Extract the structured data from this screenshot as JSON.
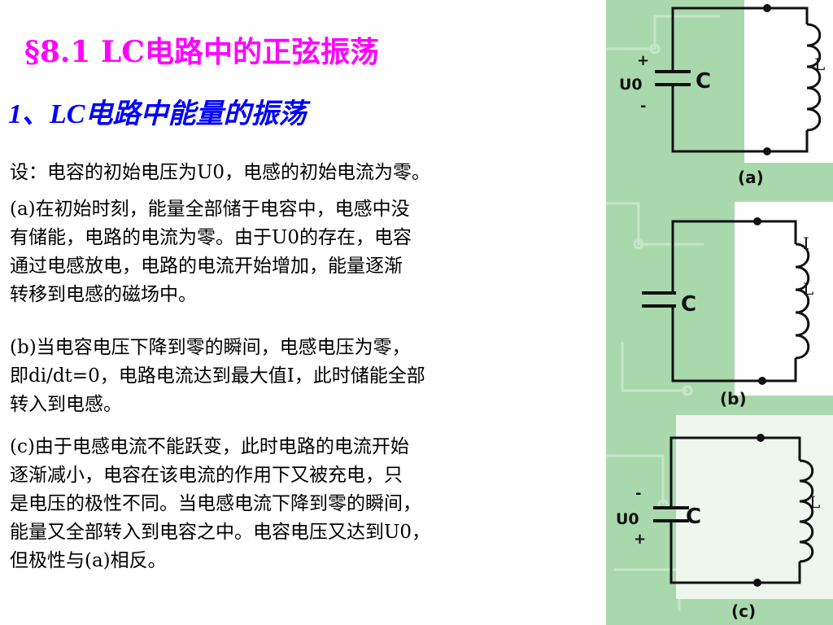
{
  "colors": {
    "title": "#ff00ff",
    "subtitle": "#0000ff",
    "background_band": "#a9d8ad"
  },
  "slide": {
    "title": "§8.1 LC电路中的正弦振荡",
    "subtitle": "1、LC电路中能量的振荡",
    "intro": "设：电容的初始电压为U0，电感的初始电流为零。",
    "para_a": [
      "(a)在初始时刻，能量全部储于电容中，电感中没",
      "有储能，电路的电流为零。由于U0的存在，电容",
      "通过电感放电，电路的电流开始增加，能量逐渐",
      "转移到电感的磁场中。"
    ],
    "para_b": [
      "(b)当电容电压下降到零的瞬间，电感电压为零，",
      "即di/dt=0，电路电流达到最大值I，此时储能全部",
      "转入到电感。"
    ],
    "para_c": [
      "(c)由于电感电流不能跃变，此时电路的电流开始",
      "逐渐减小，电容在该电流的作用下又被充电，只",
      "是电压的极性不同。当电感电流下降到零的瞬间，",
      "能量又全部转入到电容之中。电容电压又达到U0，",
      "但极性与(a)相反。"
    ]
  },
  "figures": {
    "a": {
      "caption": "(a)",
      "plus": "+",
      "minus": "-",
      "voltage": "U0",
      "capacitor": "C",
      "inductor": "L"
    },
    "b": {
      "caption": "(b)",
      "current": "I",
      "capacitor": "C",
      "inductor": "L"
    },
    "c": {
      "caption": "(c)",
      "plus": "+",
      "minus": "-",
      "voltage": "U0",
      "capacitor": "C",
      "inductor": "L"
    }
  }
}
